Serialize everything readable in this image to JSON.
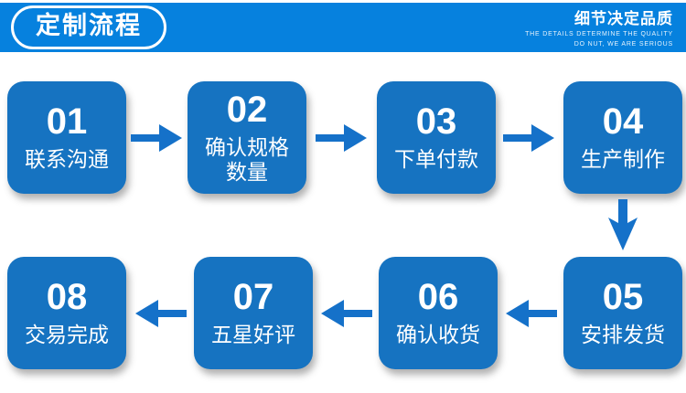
{
  "colors": {
    "header_bg": "#0681DE",
    "box_bg": "#1673C1",
    "arrow": "#1571C9",
    "text": "#FFFFFF"
  },
  "header": {
    "title": "定制流程",
    "tagline_cn": "细节决定品质",
    "tagline_en_line1": "THE DETAILS DETERMINE THE QUALITY",
    "tagline_en_line2": "DO NUT, WE ARE SERIOUS"
  },
  "steps": [
    {
      "number": "01",
      "label": "联系沟通"
    },
    {
      "number": "02",
      "label": "确认规格数量"
    },
    {
      "number": "03",
      "label": "下单付款"
    },
    {
      "number": "04",
      "label": "生产制作"
    },
    {
      "number": "05",
      "label": "安排发货"
    },
    {
      "number": "06",
      "label": "确认收货"
    },
    {
      "number": "07",
      "label": "五星好评"
    },
    {
      "number": "08",
      "label": "交易完成"
    }
  ],
  "icons": {
    "arrow_right": "right-arrow",
    "arrow_left": "left-arrow",
    "arrow_down": "down-arrow"
  }
}
